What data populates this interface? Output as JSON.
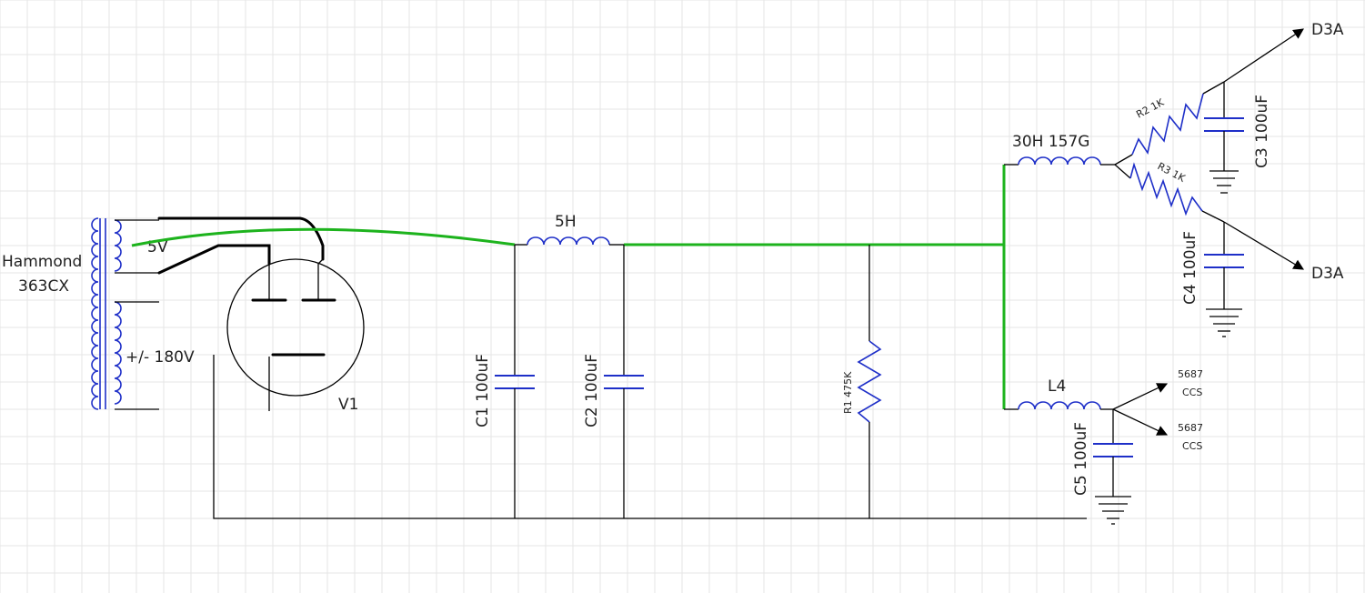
{
  "transformer": {
    "name_line1": "Hammond",
    "name_line2": "363CX",
    "tap_5v": "5V",
    "tap_hv": "+/- 180V"
  },
  "rectifier": {
    "label": "V1"
  },
  "choke1": {
    "label": "5H"
  },
  "choke2": {
    "label": "30H  157G"
  },
  "choke3": {
    "label": "L4"
  },
  "c1": {
    "label": "C1 100uF"
  },
  "c2": {
    "label": "C2 100uF"
  },
  "c3": {
    "label": "C3 100uF"
  },
  "c4": {
    "label": "C4 100uF"
  },
  "c5": {
    "label": "C5 100uF"
  },
  "r1": {
    "label": "R1 475K"
  },
  "r2": {
    "label": "R2 1K"
  },
  "r3": {
    "label": "R3 1K"
  },
  "outputs": {
    "d3a_top": "D3A",
    "d3a_bottom": "D3A",
    "ccs_top_1": "5687",
    "ccs_top_2": "CCS",
    "ccs_bot_1": "5687",
    "ccs_bot_2": "CCS"
  },
  "colors": {
    "wire": "#000000",
    "highlight": "#1db31d",
    "component": "#1e2fc8",
    "grid": "#e6e6e6"
  }
}
